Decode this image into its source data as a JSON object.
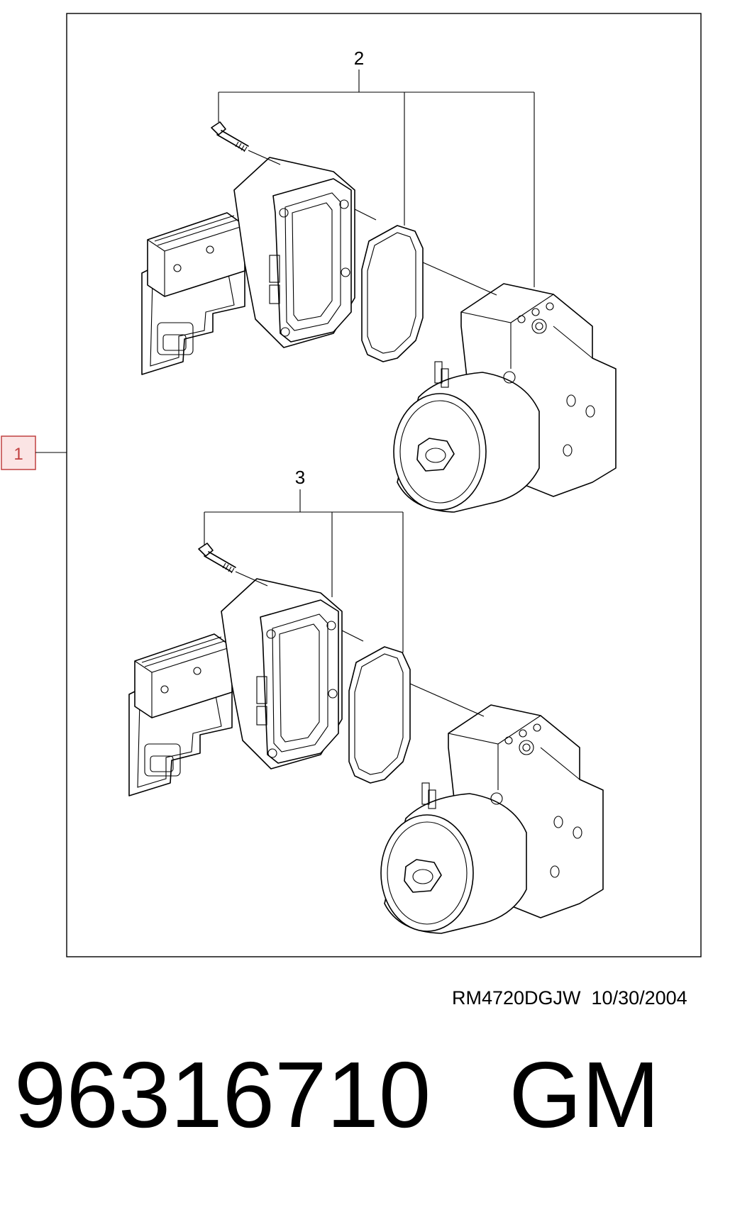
{
  "callouts": {
    "assembly": "1",
    "kit_upper": "2",
    "kit_lower": "3"
  },
  "footer": {
    "drawing_ref": "RM4720DGJW  10/30/2004",
    "part_number": "96316710",
    "brand": "GM"
  },
  "colors": {
    "line": "#000000",
    "ref_callout": "#c04040",
    "ref_callout_fill": "#fbe4e4"
  }
}
